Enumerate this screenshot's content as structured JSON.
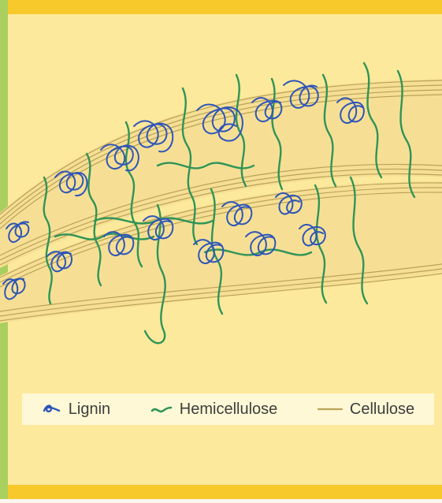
{
  "colors": {
    "background": "#fde99b",
    "gold_band": "#f7c92a",
    "green_side": "#a9cf5e",
    "lignin": "#2e55b8",
    "hemicellulose": "#2f9457",
    "cellulose": "#b9a355"
  },
  "legend": {
    "lignin": "Lignin",
    "hemicellulose": "Hemicellulose",
    "cellulose": "Cellulose"
  }
}
